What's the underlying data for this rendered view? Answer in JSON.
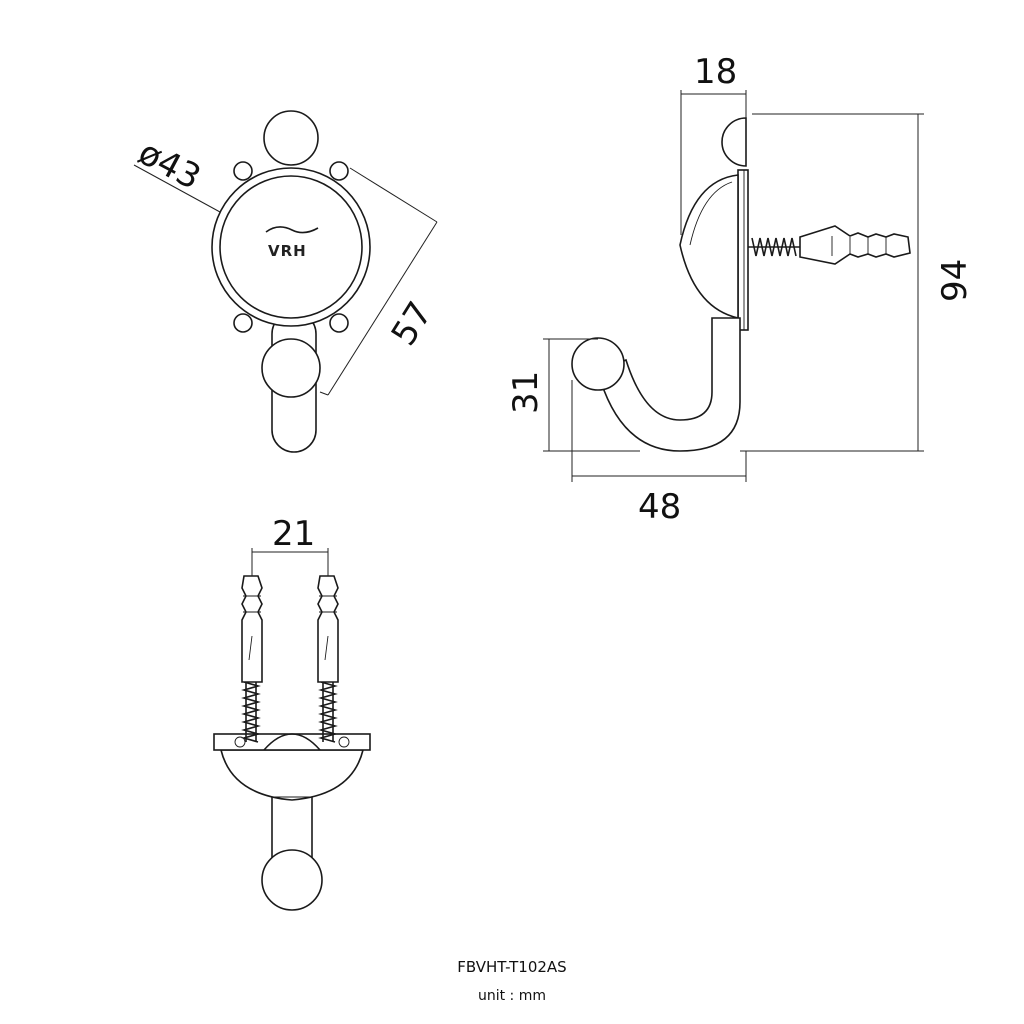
{
  "dimensions": {
    "diameter": "ø43",
    "diagonal": "57",
    "depth": "18",
    "height": "94",
    "hook_drop": "31",
    "projection": "48",
    "screw_spacing": "21"
  },
  "logo_text": "VRH",
  "model": "FBVHT-T102AS",
  "unit": "unit : mm"
}
